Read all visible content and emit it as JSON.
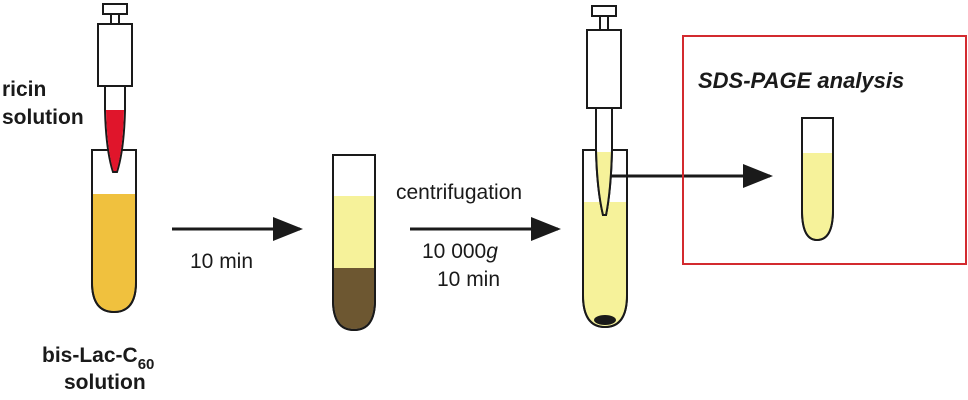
{
  "labels": {
    "ricin_line1": "ricin",
    "ricin_line2": "solution",
    "bislac_prefix": "bis-Lac-C",
    "bislac_sub": "60",
    "bislac_line2": "solution",
    "step1_time": "10 min",
    "centrifugation": "centrifugation",
    "speed_value": "10 000",
    "speed_unit": "g",
    "step2_time": "10 min",
    "analysis_title": "SDS-PAGE analysis"
  },
  "colors": {
    "ricin_red": "#e0152b",
    "lac_orange": "#f0c13e",
    "pale_yellow": "#f6f29a",
    "precipitate_brown": "#6d5731",
    "box_red": "#d32a2f",
    "stroke": "#1a1a1a"
  }
}
